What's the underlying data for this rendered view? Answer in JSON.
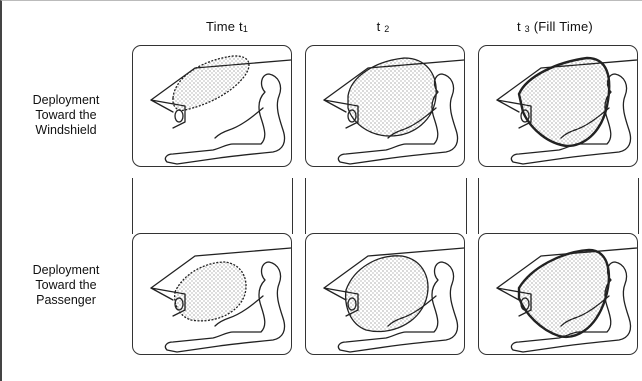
{
  "columns": [
    {
      "label": "Time t",
      "sub": "1"
    },
    {
      "label": "t ",
      "sub": "2"
    },
    {
      "label": "t ",
      "sub": "3",
      "suffix": " (Fill Time)"
    }
  ],
  "rows": [
    {
      "lines": [
        "Deployment",
        "Toward the",
        "Windshield"
      ]
    },
    {
      "lines": [
        "Deployment",
        "Toward the",
        "Passenger"
      ]
    }
  ],
  "colors": {
    "line": "#222222",
    "stipple": "#444444",
    "frame": "#333333"
  }
}
